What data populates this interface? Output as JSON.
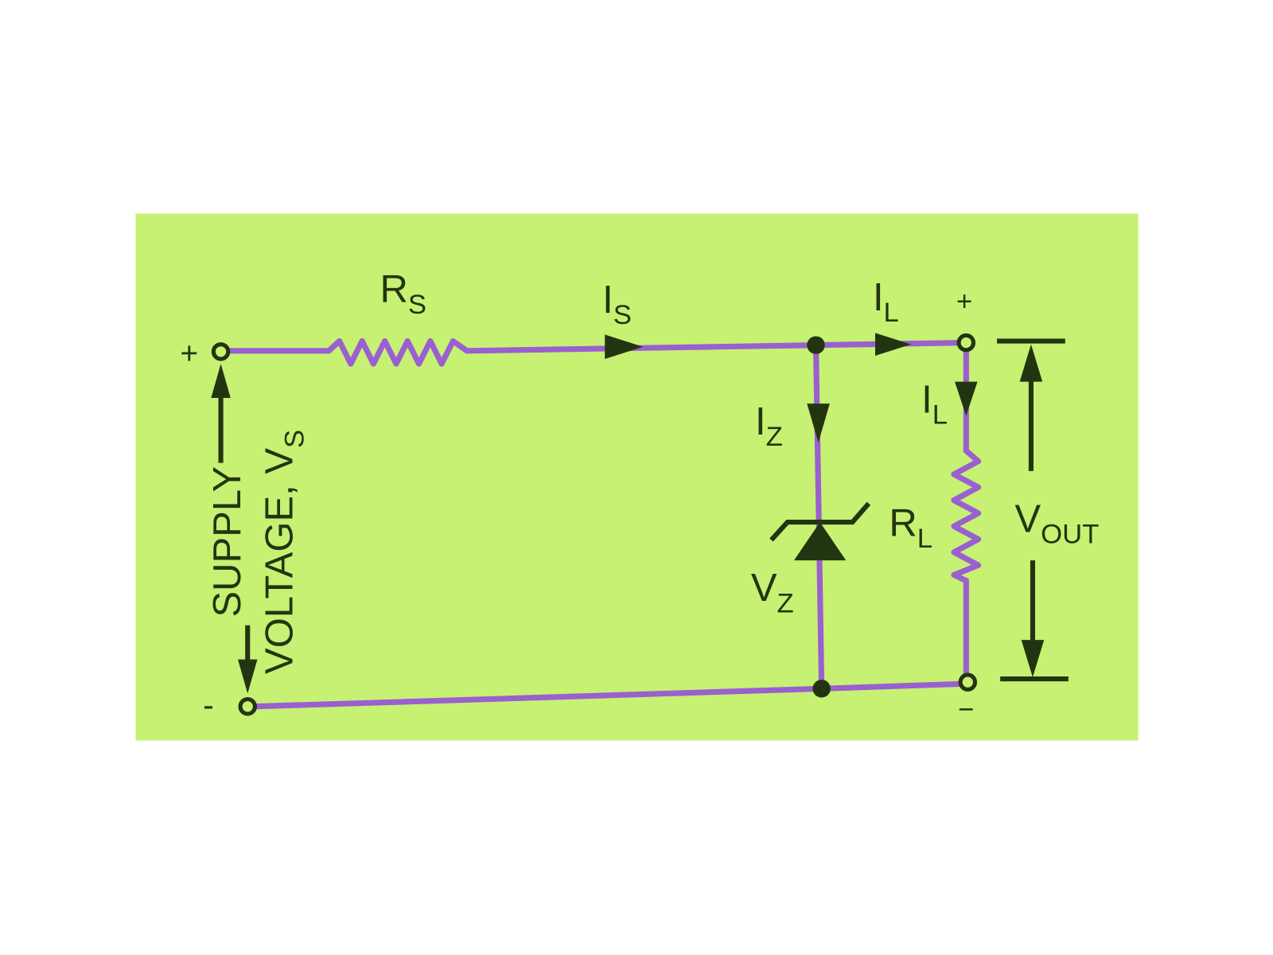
{
  "diagram": {
    "colors": {
      "background": "#c6f173",
      "wire": "#9a5fd0",
      "ink": "#233510",
      "page": "#ffffff"
    },
    "labels": {
      "rs": {
        "main": "R",
        "sub": "S"
      },
      "is": {
        "main": "I",
        "sub": "S"
      },
      "il_top": {
        "main": "I",
        "sub": "L"
      },
      "il_side": {
        "main": "I",
        "sub": "L"
      },
      "iz": {
        "main": "I",
        "sub": "Z"
      },
      "vz": {
        "main": "V",
        "sub": "Z"
      },
      "rl": {
        "main": "R",
        "sub": "L"
      },
      "vout": {
        "main": "V",
        "sub": "OUT"
      },
      "supply_line1": "SUPPLY",
      "supply_line2": "VOLTAGE, V",
      "supply_sub": "S",
      "plus_in": "+",
      "minus_in": "-",
      "plus_out": "+",
      "minus_out": "−"
    }
  }
}
